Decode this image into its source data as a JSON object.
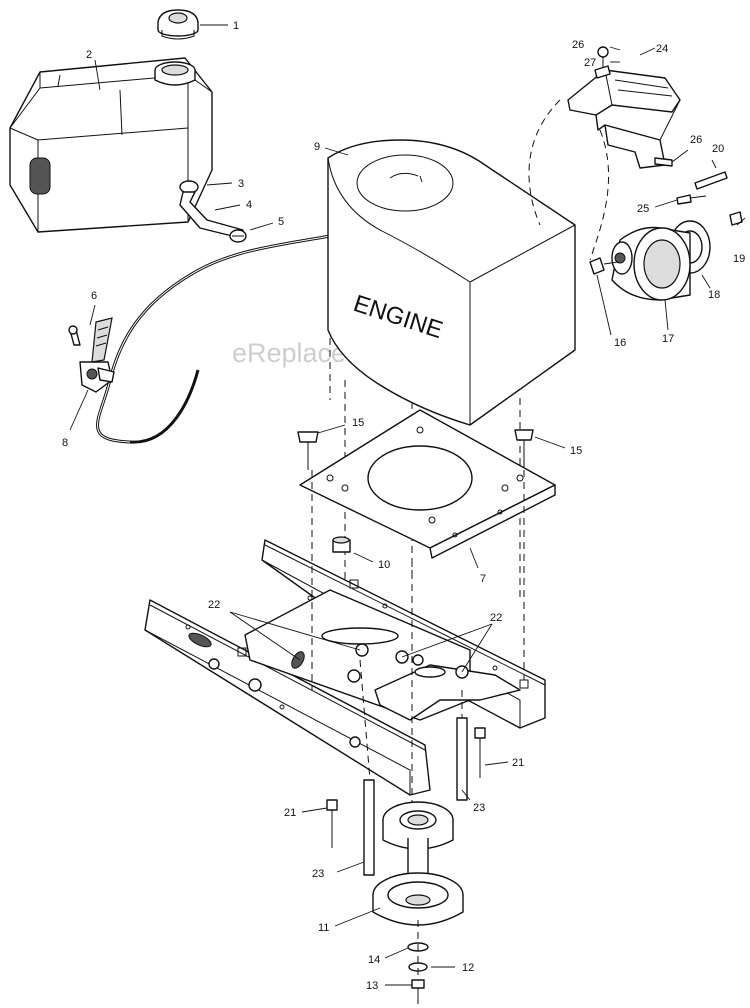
{
  "diagram": {
    "engine_label": "ENGINE",
    "watermark": "eReplacementParts.com",
    "callouts": {
      "c1": "1",
      "c2": "2",
      "c3": "3",
      "c4": "4",
      "c5": "5",
      "c6": "6",
      "c7": "7",
      "c8": "8",
      "c9": "9",
      "c10": "10",
      "c11": "11",
      "c12": "12",
      "c13": "13",
      "c14": "14",
      "c15a": "15",
      "c15b": "15",
      "c16": "16",
      "c17": "17",
      "c18": "18",
      "c19": "19",
      "c20": "20",
      "c21a": "21",
      "c21b": "21",
      "c22a": "22",
      "c22b": "22",
      "c23a": "23",
      "c23b": "23",
      "c24": "24",
      "c25": "25",
      "c26a": "26",
      "c26b": "26",
      "c27": "27"
    }
  }
}
